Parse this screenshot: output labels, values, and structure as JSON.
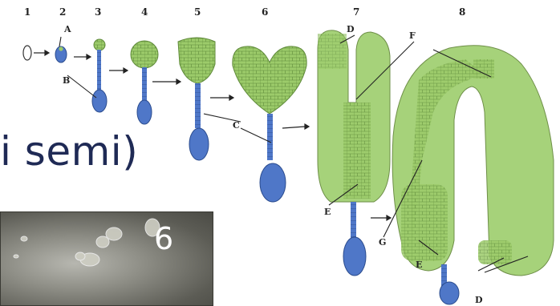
{
  "stage_numbers": [
    "1",
    "2",
    "3",
    "4",
    "5",
    "6",
    "7",
    "8"
  ],
  "part_letters": {
    "A": "A",
    "B": "B",
    "C": "C",
    "D": "D",
    "E": "E",
    "F": "F",
    "G": "G"
  },
  "caption_fragment": "i semi)",
  "photo_overlay_number": "6",
  "colors": {
    "embryo_green": "#a6d27a",
    "cell_green": "#8fbf5c",
    "suspensor_blue": "#4f77c8",
    "caption_navy": "#1f2a55",
    "line": "#222222"
  }
}
